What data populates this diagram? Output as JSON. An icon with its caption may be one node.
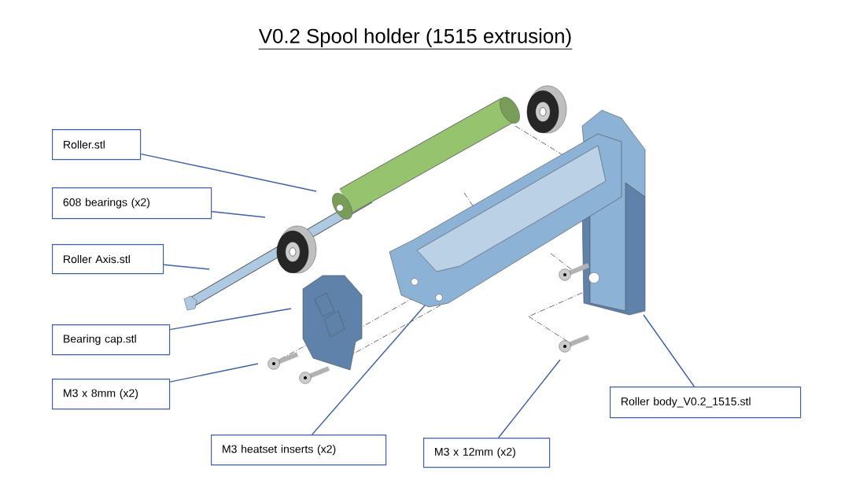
{
  "diagram": {
    "title": "V0.2 Spool holder (1515 extrusion)",
    "nodes": [
      {
        "text": [
          "Roller.stl"
        ]
      },
      {
        "text": [
          "608 bearings (x2)"
        ]
      },
      {
        "text": [
          "Roller Axis.stl"
        ]
      },
      {
        "text": [
          "Bearing cap.stl"
        ]
      },
      {
        "text": [
          "M3 x 8mm (x2)"
        ]
      },
      {
        "text": [
          "M3 heatset inserts (x2)"
        ]
      },
      {
        "text": [
          "M3 x 12mm (x2)"
        ]
      },
      {
        "text": [
          "Roller body_V0.2_1515.stl"
        ]
      }
    ],
    "edges": [
      {
        "from": 0,
        "to": null,
        "arrow": "none"
      },
      {
        "from": 1,
        "to": null,
        "arrow": "none"
      },
      {
        "from": 2,
        "to": null,
        "arrow": "none"
      },
      {
        "from": 3,
        "to": null,
        "arrow": "none"
      },
      {
        "from": 4,
        "to": null,
        "arrow": "none"
      },
      {
        "from": 5,
        "to": null,
        "arrow": "none"
      },
      {
        "from": 6,
        "to": null,
        "arrow": "none"
      },
      {
        "from": 7,
        "to": null,
        "arrow": "none"
      }
    ]
  }
}
